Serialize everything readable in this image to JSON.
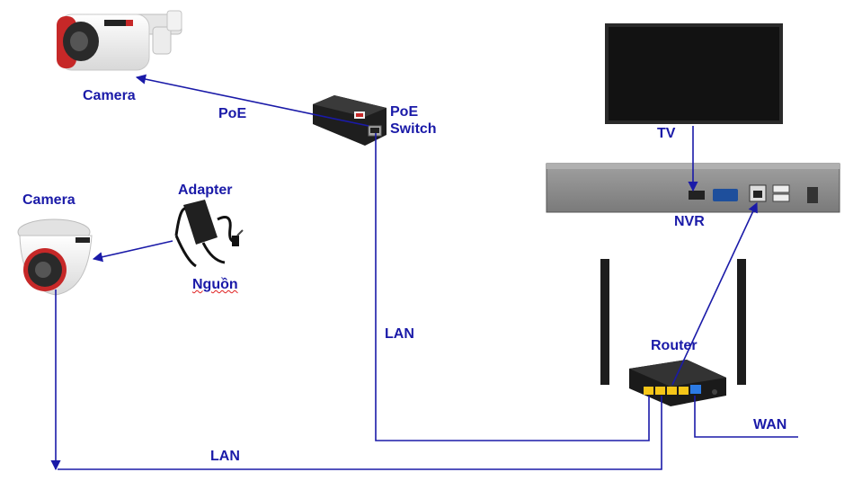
{
  "labels": {
    "camera_top": "Camera",
    "poe": "PoE",
    "poe_switch_line1": "PoE",
    "poe_switch_line2": "Switch",
    "camera_left": "Camera",
    "adapter": "Adapter",
    "nguon": "Nguồn",
    "lan_vertical": "LAN",
    "lan_bottom": "LAN",
    "tv": "TV",
    "nvr": "NVR",
    "router": "Router",
    "wan": "WAN"
  },
  "colors": {
    "wire": "#1a1aa8",
    "label": "#1a1aa8",
    "nvr_body": "#8e8e8e",
    "tv_screen": "#121212",
    "router_port_yellow": "#f5c518",
    "router_port_blue": "#2c7be5",
    "camera_accent": "#c62828"
  }
}
